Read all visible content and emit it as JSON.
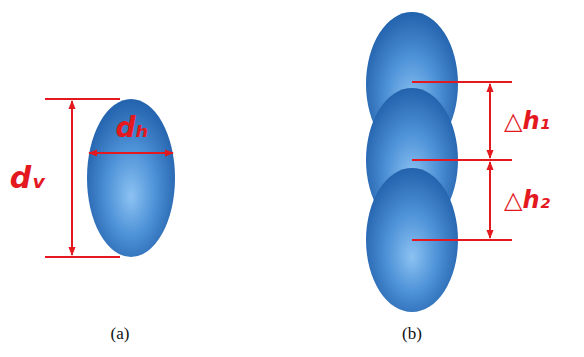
{
  "diagram": {
    "labels": [
      "dᵥ",
      "dₕ",
      "△h₁",
      "△h₂",
      "(a)",
      "(b)"
    ]
  }
}
